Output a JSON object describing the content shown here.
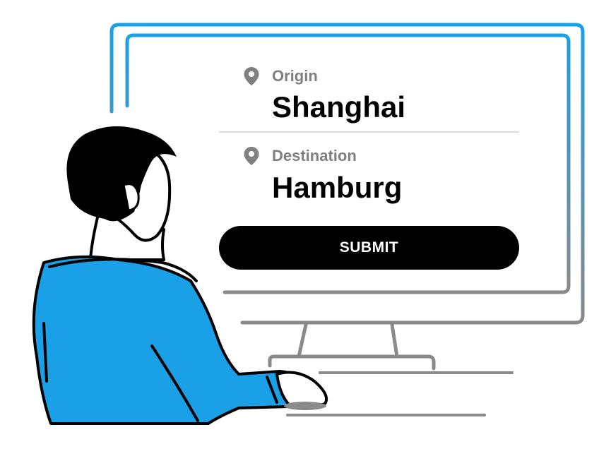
{
  "form": {
    "origin": {
      "label": "Origin",
      "value": "Shanghai",
      "icon": "location-pin-icon"
    },
    "destination": {
      "label": "Destination",
      "value": "Hamburg",
      "icon": "location-pin-icon"
    },
    "submit_label": "SUBMIT"
  },
  "colors": {
    "accent_blue": "#1aa0e6",
    "frame_gray": "#8a8a8a",
    "label_gray": "#808080",
    "button_black": "#000000",
    "divider": "#dddddd"
  }
}
